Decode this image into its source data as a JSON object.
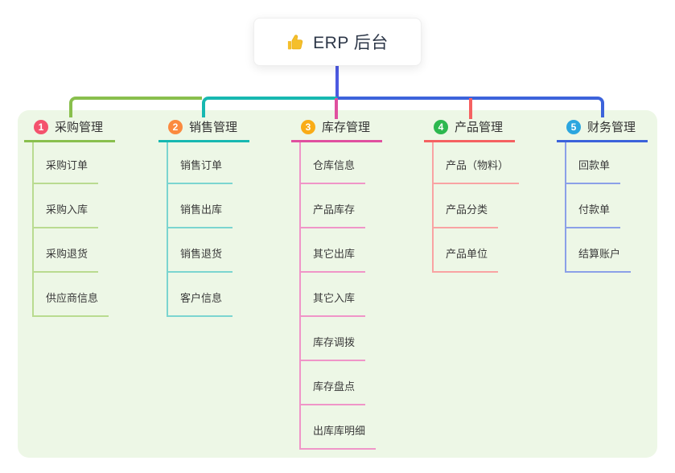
{
  "header": {
    "icon": "thumbs-up",
    "title": "ERP 后台"
  },
  "colors": {
    "root_line": "#4C5AE1",
    "panel_bg": "#EDF7E6",
    "canvas_bg": "#FFFFFF",
    "text": "#3D4450",
    "title_text": "#2D3748",
    "icon_yellow": "#F5BF2B"
  },
  "branches": [
    {
      "number": "1",
      "title": "采购管理",
      "badge_color": "#F4526D",
      "line_color": "#89BF4D",
      "lite_color": "#B9DB90",
      "children": [
        "采购订单",
        "采购入库",
        "采购退货",
        "供应商信息"
      ]
    },
    {
      "number": "2",
      "title": "销售管理",
      "badge_color": "#FB8A3F",
      "line_color": "#17B8B1",
      "lite_color": "#7BD5D0",
      "children": [
        "销售订单",
        "销售出库",
        "销售退货",
        "客户信息"
      ]
    },
    {
      "number": "3",
      "title": "库存管理",
      "badge_color": "#F9AC16",
      "line_color": "#E0509F",
      "lite_color": "#F095C8",
      "children": [
        "仓库信息",
        "产品库存",
        "其它出库",
        "其它入库",
        "库存调拨",
        "库存盘点",
        "出库库明细"
      ]
    },
    {
      "number": "4",
      "title": "产品管理",
      "badge_color": "#2DB84F",
      "line_color": "#F56161",
      "lite_color": "#F9A3A3",
      "children": [
        "产品（物料）",
        "产品分类",
        "产品单位"
      ]
    },
    {
      "number": "5",
      "title": "财务管理",
      "badge_color": "#2BA6DF",
      "line_color": "#3C63DB",
      "lite_color": "#8BA0E8",
      "children": [
        "回款单",
        "付款单",
        "结算账户"
      ]
    }
  ]
}
